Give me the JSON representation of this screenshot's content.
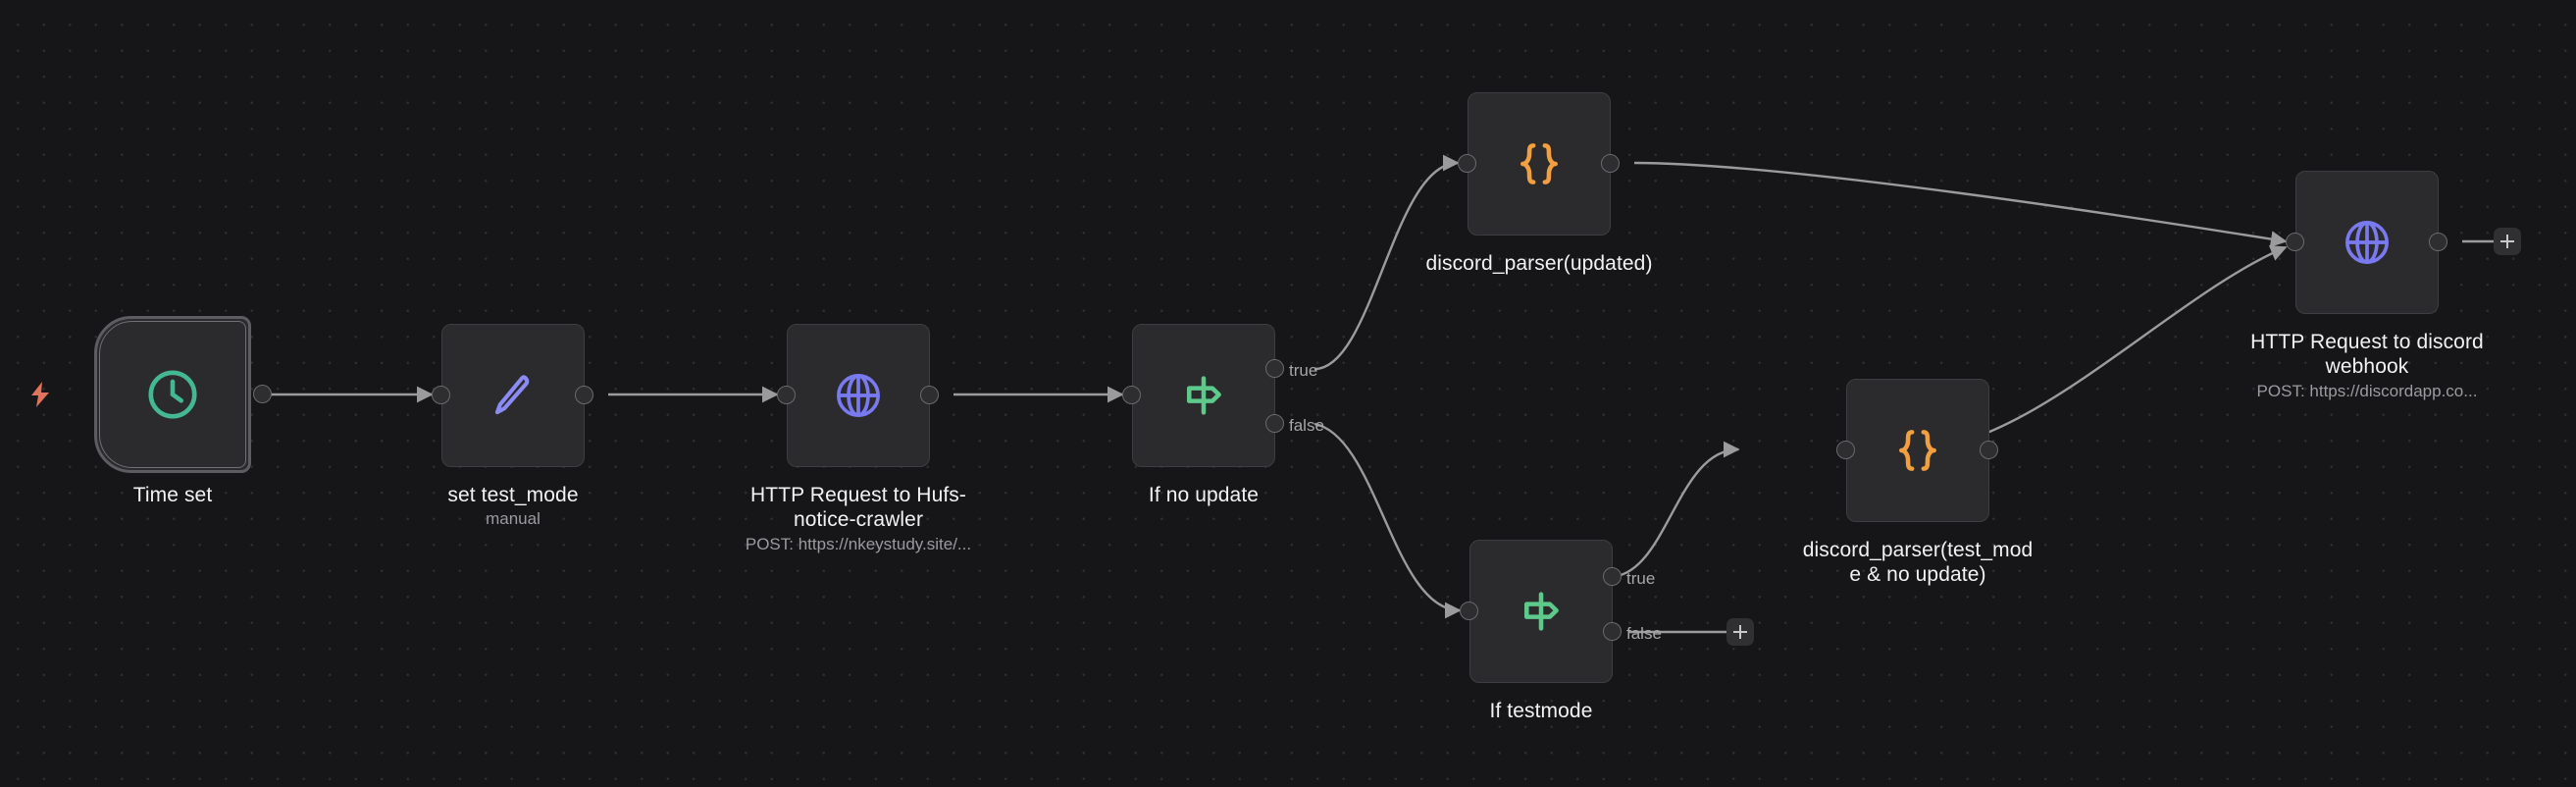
{
  "canvas": {
    "background_color": "#161618",
    "grid_dot_color": "#2e2e31",
    "edge_color": "#9b9b9e"
  },
  "colors": {
    "trigger_accent": "#44b892",
    "set_accent": "#8b8bf5",
    "http_accent": "#7a7af0",
    "if_accent": "#5dc98a",
    "code_accent": "#f2a03f",
    "bolt": "#e0735b",
    "node_fill": "#2b2b2d",
    "node_border": "#3e3e42",
    "label_text": "#f2f2f3",
    "sublabel_text": "#9b9b9f",
    "port_label_text": "#a6a6a9"
  },
  "nodes": [
    {
      "id": "time-set",
      "icon": "clock-icon",
      "label": "Time set",
      "sublabel": "",
      "type": "trigger"
    },
    {
      "id": "set-test-mode",
      "icon": "pencil-icon",
      "label": "set test_mode",
      "sublabel": "manual",
      "type": "set"
    },
    {
      "id": "http-request-hufs",
      "icon": "globe-icon",
      "label": "HTTP Request to Hufs-\nnotice-crawler",
      "sublabel": "POST: https://nkeystudy.site/...",
      "type": "http"
    },
    {
      "id": "if-no-update",
      "icon": "signpost-icon",
      "label": "If no update",
      "sublabel": "",
      "type": "if",
      "outputs": [
        "true",
        "false"
      ]
    },
    {
      "id": "discord-parser-updated",
      "icon": "code-braces-icon",
      "label": "discord_parser(updated)",
      "sublabel": "",
      "type": "code"
    },
    {
      "id": "if-testmode",
      "icon": "signpost-icon",
      "label": "If testmode",
      "sublabel": "",
      "type": "if",
      "outputs": [
        "true",
        "false"
      ]
    },
    {
      "id": "discord-parser-testmode",
      "icon": "code-braces-icon",
      "label": "discord_parser(test_mod\ne & no update)",
      "sublabel": "",
      "type": "code"
    },
    {
      "id": "http-request-discord",
      "icon": "globe-icon",
      "label": "HTTP Request to discord\nwebhook",
      "sublabel": "POST: https://discordapp.co...",
      "type": "http"
    }
  ],
  "port_labels": {
    "if_no_update_true": "true",
    "if_no_update_false": "false",
    "if_testmode_true": "true",
    "if_testmode_false": "false"
  },
  "add_buttons": {
    "after_discord_webhook": "+",
    "after_if_testmode_false": "+"
  },
  "trigger_badge": {
    "icon": "lightning-bolt-icon"
  }
}
